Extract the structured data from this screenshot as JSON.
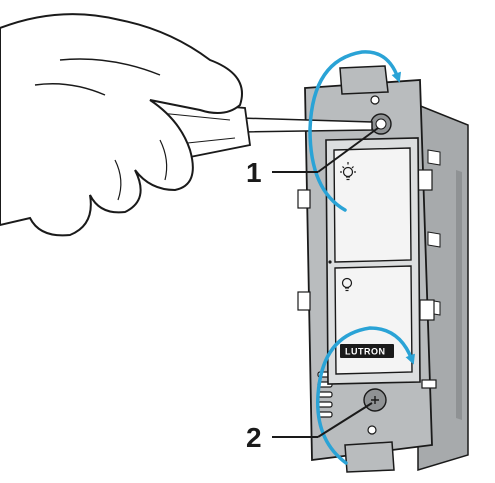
{
  "callouts": [
    {
      "number": "1"
    },
    {
      "number": "2"
    }
  ],
  "device": {
    "brand": "LUTRON"
  },
  "colors": {
    "arrow": "#2aa3d6",
    "outline": "#1a1a1a",
    "plate": "#b9bcbe",
    "plate_edge": "#8f9294",
    "switch_face": "#f4f4f4",
    "skin": "#ffffff"
  },
  "icons": {
    "top_button": "light-bulb-on-icon",
    "bottom_button": "light-bulb-off-icon"
  }
}
